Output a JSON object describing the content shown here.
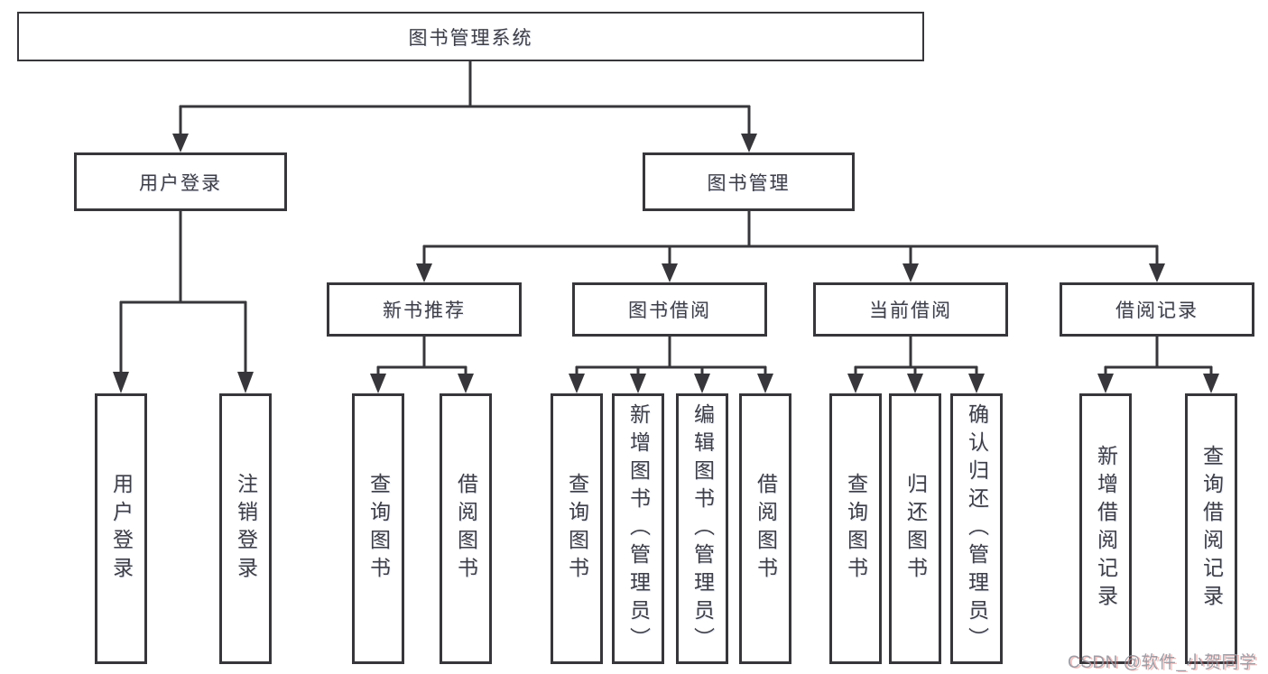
{
  "diagram": {
    "root": {
      "label": "图书管理系统"
    },
    "level2": [
      {
        "label": "用户登录"
      },
      {
        "label": "图书管理"
      }
    ],
    "level3": [
      {
        "label": "新书推荐"
      },
      {
        "label": "图书借阅"
      },
      {
        "label": "当前借阅"
      },
      {
        "label": "借阅记录"
      }
    ],
    "leaves": {
      "user_login": [
        "用户登录",
        "注销登录"
      ],
      "new_book": [
        "查询图书",
        "借阅图书"
      ],
      "book_borrow": [
        "查询图书",
        "新增图书（管理员）",
        "编辑图书（管理员）",
        "借阅图书"
      ],
      "current_borrow": [
        "查询图书",
        "归还图书",
        "确认归还（管理员）"
      ],
      "borrow_records": [
        "新增借阅记录",
        "查询借阅记录"
      ]
    }
  },
  "watermark": {
    "text": "CSDN @软件_小贺同学"
  },
  "colors": {
    "line": "#37373b",
    "text": "#3e3e46",
    "watermark": "#94949c",
    "background": "#ffffff"
  }
}
